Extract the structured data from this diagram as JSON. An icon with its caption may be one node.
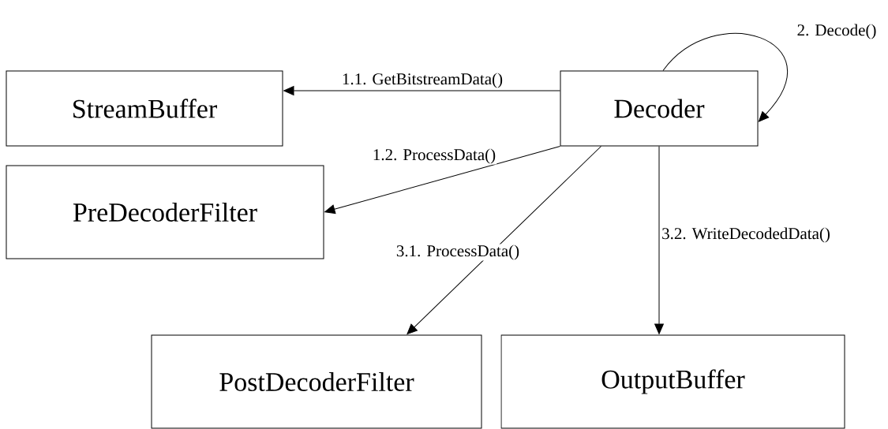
{
  "diagram": {
    "nodes": [
      {
        "text": [
          "StreamBuffer"
        ]
      },
      {
        "text": [
          "Decoder"
        ]
      },
      {
        "text": [
          "PreDecoderFilter"
        ]
      },
      {
        "text": [
          "PostDecoderFilter"
        ]
      },
      {
        "text": [
          "OutputBuffer"
        ]
      }
    ],
    "edges": [
      {
        "from": 1,
        "to": 0,
        "arrow": "to",
        "label": "1.1. GetBitstreamData()"
      },
      {
        "from": 1,
        "to": 2,
        "arrow": "to",
        "label": "1.2. ProcessData()"
      },
      {
        "from": 1,
        "to": 1,
        "arrow": "to",
        "label": "2. Decode()"
      },
      {
        "from": 1,
        "to": 3,
        "arrow": "to",
        "label": "3.1. ProcessData()"
      },
      {
        "from": 1,
        "to": 4,
        "arrow": "to",
        "label": "3.2. WriteDecodedData()"
      }
    ]
  }
}
